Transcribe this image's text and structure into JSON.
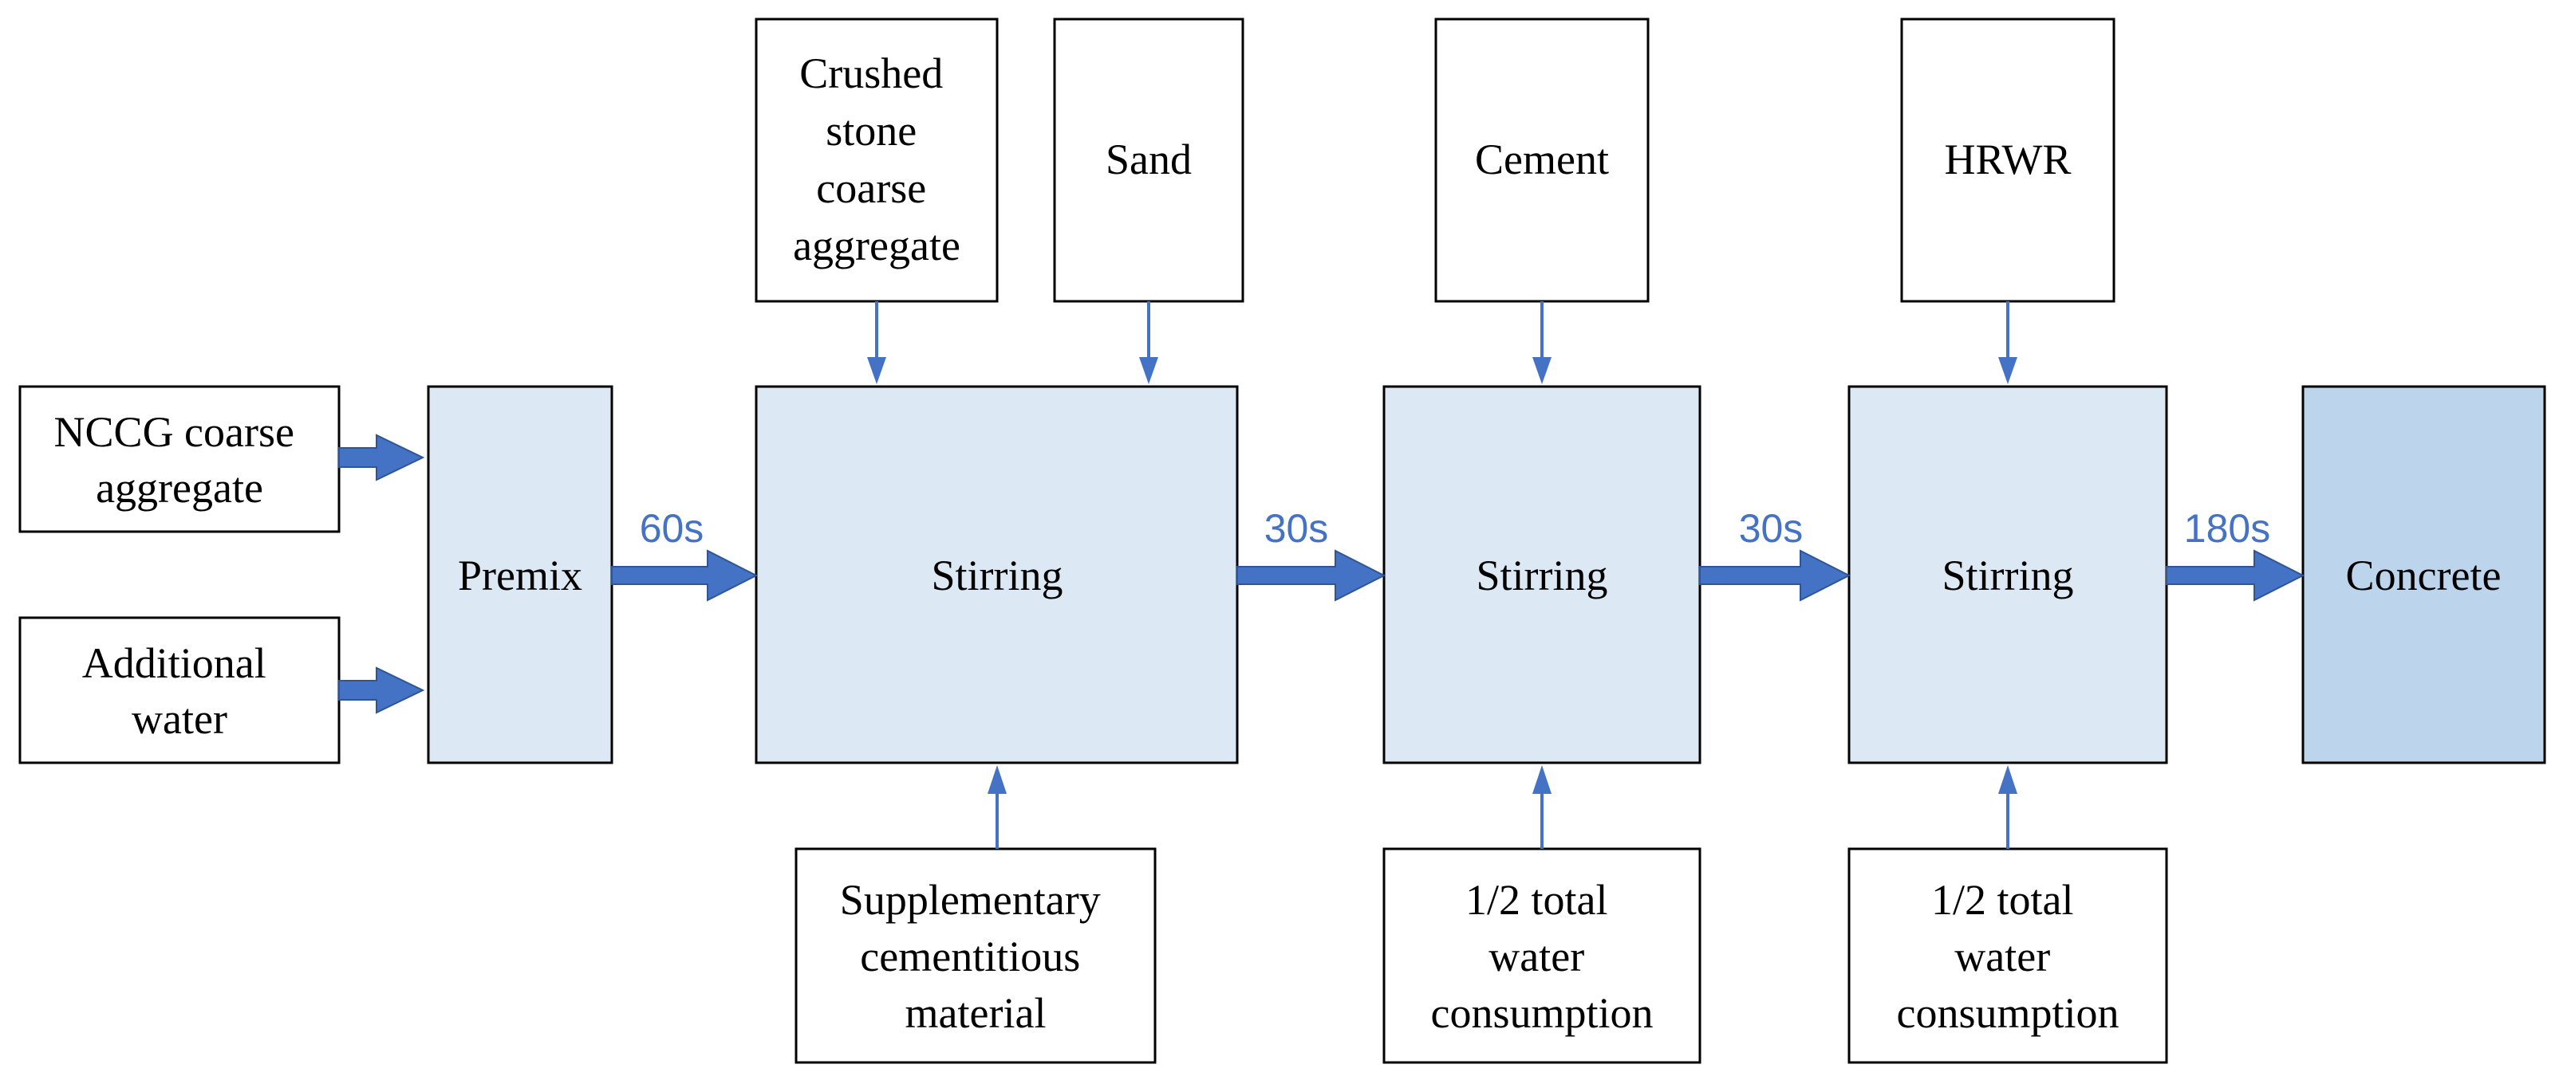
{
  "colors": {
    "input_fill": "#ffffff",
    "process_fill": "#dde8f5",
    "product_fill": "#bdd5ec",
    "arrow": "#4472c4",
    "time_label": "#4472c4",
    "border": "#000000"
  },
  "inputs": {
    "nccg": [
      "NCCG coarse",
      "aggregate"
    ],
    "additional_water": [
      "Additional",
      "water"
    ],
    "crushed_stone": [
      "Crushed",
      "stone",
      "coarse",
      "aggregate"
    ],
    "sand": [
      "Sand"
    ],
    "cement": [
      "Cement"
    ],
    "hrwr": [
      "HRWR"
    ],
    "scm": [
      "Supplementary",
      "cementitious",
      "material"
    ],
    "water_half_1": [
      "1/2 total",
      "water",
      "consumption"
    ],
    "water_half_2": [
      "1/2 total",
      "water",
      "consumption"
    ]
  },
  "processes": {
    "premix": "Premix",
    "stirring_1": "Stirring",
    "stirring_2": "Stirring",
    "stirring_3": "Stirring"
  },
  "product": {
    "concrete": "Concrete"
  },
  "durations": {
    "t1": "60s",
    "t2": "30s",
    "t3": "30s",
    "t4": "180s"
  }
}
